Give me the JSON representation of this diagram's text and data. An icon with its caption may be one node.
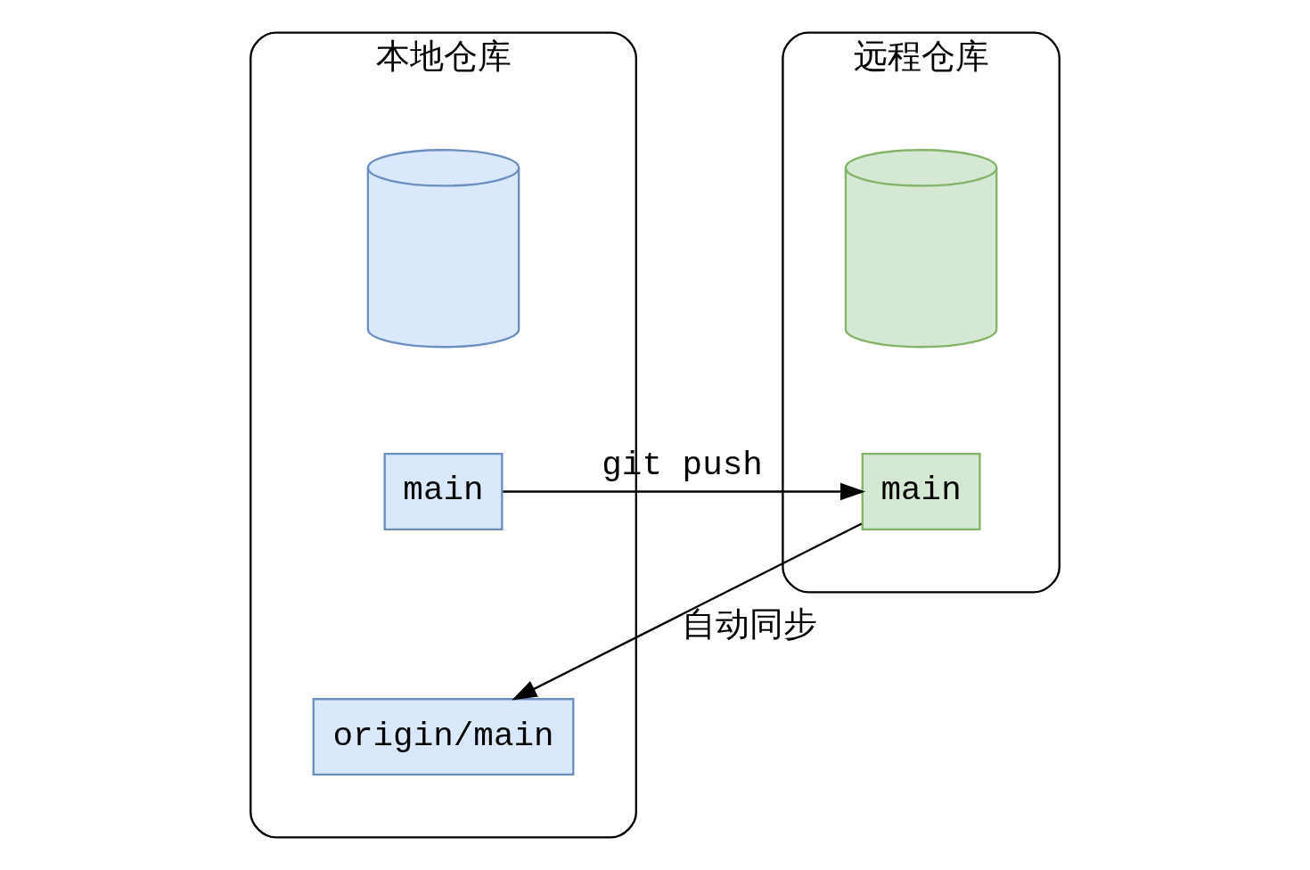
{
  "diagram": {
    "nodes": [
      {
        "text": [
          "本地仓库"
        ]
      },
      {
        "text": [],
        "shape": "cylinder",
        "in": 0
      },
      {
        "text": [
          "main"
        ],
        "in": 0
      },
      {
        "text": [
          "origin/main"
        ],
        "in": 0
      },
      {
        "text": [
          "远程仓库"
        ]
      },
      {
        "text": [],
        "shape": "cylinder",
        "in": 4
      },
      {
        "text": [
          "main"
        ],
        "in": 4
      }
    ],
    "edges": [
      {
        "from": 2,
        "to": 6,
        "label": "git push",
        "arrow": "to"
      },
      {
        "from": 6,
        "to": 3,
        "label": "自动同步",
        "arrow": "to"
      }
    ]
  }
}
